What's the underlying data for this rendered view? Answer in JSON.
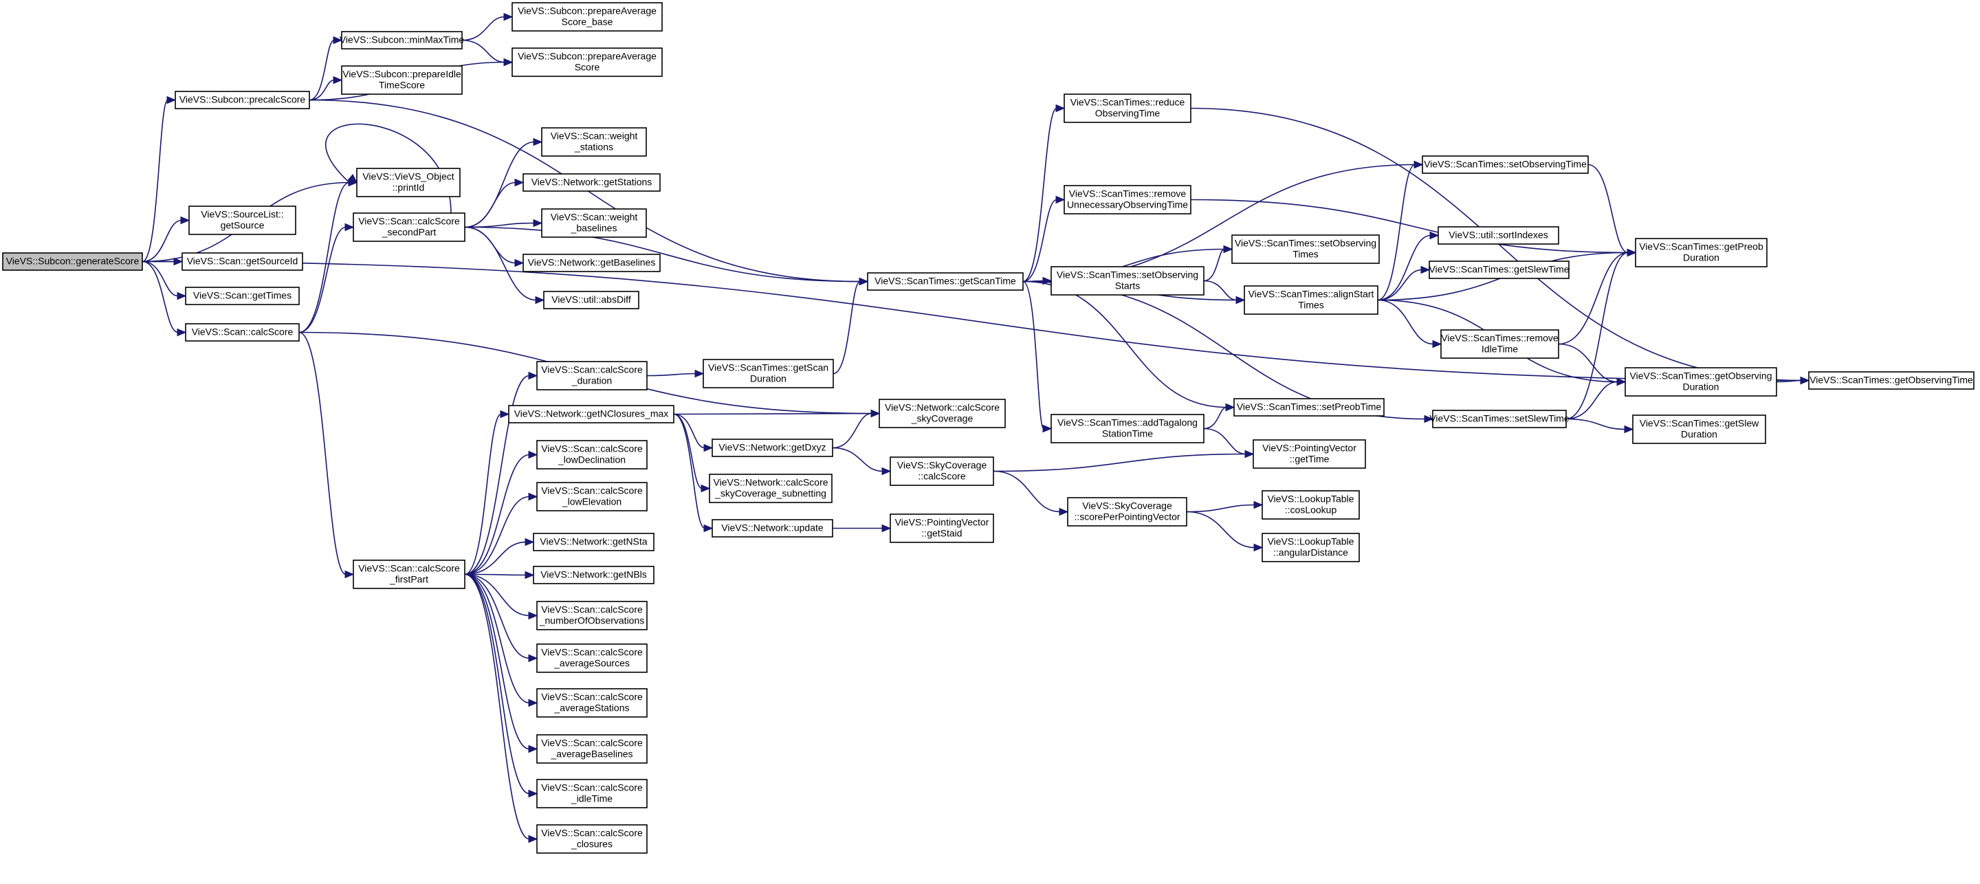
{
  "graph": {
    "colors": {
      "edge": "#191970",
      "node_border": "#000000",
      "root_fill": "#bfbfbf",
      "node_fill": "#ffffff"
    },
    "nodes": [
      {
        "id": "generateScore",
        "lines": [
          "VieVS::Subcon::generateScore"
        ],
        "root": true
      },
      {
        "id": "precalcScore",
        "lines": [
          "VieVS::Subcon::precalcScore"
        ]
      },
      {
        "id": "minMaxTime",
        "lines": [
          "VieVS::Subcon::minMaxTime"
        ]
      },
      {
        "id": "prepIdle",
        "lines": [
          "VieVS::Subcon::prepareIdle",
          "TimeScore"
        ]
      },
      {
        "id": "prepAvgBase",
        "lines": [
          "VieVS::Subcon::prepareAverage",
          "Score_base"
        ]
      },
      {
        "id": "prepAvg",
        "lines": [
          "VieVS::Subcon::prepareAverage",
          "Score"
        ]
      },
      {
        "id": "printId",
        "lines": [
          "VieVS::VieVS_Object",
          "::printId"
        ]
      },
      {
        "id": "getSource",
        "lines": [
          "VieVS::SourceList::",
          "getSource"
        ]
      },
      {
        "id": "getSourceId",
        "lines": [
          "VieVS::Scan::getSourceId"
        ]
      },
      {
        "id": "getTimes",
        "lines": [
          "VieVS::Scan::getTimes"
        ]
      },
      {
        "id": "calcScore",
        "lines": [
          "VieVS::Scan::calcScore"
        ]
      },
      {
        "id": "secondPart",
        "lines": [
          "VieVS::Scan::calcScore",
          "_secondPart"
        ]
      },
      {
        "id": "weightStations",
        "lines": [
          "VieVS::Scan::weight",
          "_stations"
        ]
      },
      {
        "id": "netGetStations",
        "lines": [
          "VieVS::Network::getStations"
        ]
      },
      {
        "id": "weightBaselines",
        "lines": [
          "VieVS::Scan::weight",
          "_baselines"
        ]
      },
      {
        "id": "netGetBaselines",
        "lines": [
          "VieVS::Network::getBaselines"
        ]
      },
      {
        "id": "absDiff",
        "lines": [
          "VieVS::util::absDiff"
        ]
      },
      {
        "id": "firstPart",
        "lines": [
          "VieVS::Scan::calcScore",
          "_firstPart"
        ]
      },
      {
        "id": "duration",
        "lines": [
          "VieVS::Scan::calcScore",
          "_duration"
        ]
      },
      {
        "id": "getNClosures",
        "lines": [
          "VieVS::Network::getNClosures_max"
        ]
      },
      {
        "id": "lowDecl",
        "lines": [
          "VieVS::Scan::calcScore",
          "_lowDeclination"
        ]
      },
      {
        "id": "lowElev",
        "lines": [
          "VieVS::Scan::calcScore",
          "_lowElevation"
        ]
      },
      {
        "id": "getNSta",
        "lines": [
          "VieVS::Network::getNSta"
        ]
      },
      {
        "id": "getNBls",
        "lines": [
          "VieVS::Network::getNBls"
        ]
      },
      {
        "id": "numObs",
        "lines": [
          "VieVS::Scan::calcScore",
          "_numberOfObservations"
        ]
      },
      {
        "id": "avgSources",
        "lines": [
          "VieVS::Scan::calcScore",
          "_averageSources"
        ]
      },
      {
        "id": "avgStations",
        "lines": [
          "VieVS::Scan::calcScore",
          "_averageStations"
        ]
      },
      {
        "id": "avgBaselines",
        "lines": [
          "VieVS::Scan::calcScore",
          "_averageBaselines"
        ]
      },
      {
        "id": "idleTime",
        "lines": [
          "VieVS::Scan::calcScore",
          "_idleTime"
        ]
      },
      {
        "id": "closures",
        "lines": [
          "VieVS::Scan::calcScore",
          "_closures"
        ]
      },
      {
        "id": "getScanDuration",
        "lines": [
          "VieVS::ScanTimes::getScan",
          "Duration"
        ]
      },
      {
        "id": "getDxyz",
        "lines": [
          "VieVS::Network::getDxyz"
        ]
      },
      {
        "id": "skyCovSubnet",
        "lines": [
          "VieVS::Network::calcScore",
          "_skyCoverage_subnetting"
        ]
      },
      {
        "id": "netUpdate",
        "lines": [
          "VieVS::Network::update"
        ]
      },
      {
        "id": "netSkyCov",
        "lines": [
          "VieVS::Network::calcScore",
          "_skyCoverage"
        ]
      },
      {
        "id": "skyCalcScore",
        "lines": [
          "VieVS::SkyCoverage",
          "::calcScore"
        ]
      },
      {
        "id": "pvGetStaid",
        "lines": [
          "VieVS::PointingVector",
          "::getStaid"
        ]
      },
      {
        "id": "getScanTime",
        "lines": [
          "VieVS::ScanTimes::getScanTime"
        ]
      },
      {
        "id": "reduceObs",
        "lines": [
          "VieVS::ScanTimes::reduce",
          "ObservingTime"
        ]
      },
      {
        "id": "removeUnnec",
        "lines": [
          "VieVS::ScanTimes::remove",
          "UnnecessaryObservingTime"
        ]
      },
      {
        "id": "setObsStarts",
        "lines": [
          "VieVS::ScanTimes::setObserving",
          "Starts"
        ]
      },
      {
        "id": "addTagalong",
        "lines": [
          "VieVS::ScanTimes::addTagalong",
          "StationTime"
        ]
      },
      {
        "id": "scorePerPV",
        "lines": [
          "VieVS::SkyCoverage",
          "::scorePerPointingVector"
        ]
      },
      {
        "id": "setObsTime",
        "lines": [
          "VieVS::ScanTimes::setObservingTime"
        ]
      },
      {
        "id": "setObsTimes",
        "lines": [
          "VieVS::ScanTimes::setObserving",
          "Times"
        ]
      },
      {
        "id": "alignStart",
        "lines": [
          "VieVS::ScanTimes::alignStart",
          "Times"
        ]
      },
      {
        "id": "setPreob",
        "lines": [
          "VieVS::ScanTimes::setPreobTime"
        ]
      },
      {
        "id": "pvGetTime",
        "lines": [
          "VieVS::PointingVector",
          "::getTime"
        ]
      },
      {
        "id": "cosLookup",
        "lines": [
          "VieVS::LookupTable",
          "::cosLookup"
        ]
      },
      {
        "id": "angDist",
        "lines": [
          "VieVS::LookupTable",
          "::angularDistance"
        ]
      },
      {
        "id": "sortIndexes",
        "lines": [
          "VieVS::util::sortIndexes"
        ]
      },
      {
        "id": "getSlewTime",
        "lines": [
          "VieVS::ScanTimes::getSlewTime"
        ]
      },
      {
        "id": "removeIdle",
        "lines": [
          "VieVS::ScanTimes::remove",
          "IdleTime"
        ]
      },
      {
        "id": "setSlewTime",
        "lines": [
          "VieVS::ScanTimes::setSlewTime"
        ]
      },
      {
        "id": "getPreobDur",
        "lines": [
          "VieVS::ScanTimes::getPreob",
          "Duration"
        ]
      },
      {
        "id": "getObsDur",
        "lines": [
          "VieVS::ScanTimes::getObserving",
          "Duration"
        ]
      },
      {
        "id": "getSlewDur",
        "lines": [
          "VieVS::ScanTimes::getSlew",
          "Duration"
        ]
      },
      {
        "id": "getObsTime",
        "lines": [
          "VieVS::ScanTimes::getObservingTime"
        ]
      }
    ],
    "edges": [
      [
        "generateScore",
        "precalcScore"
      ],
      [
        "generateScore",
        "printId"
      ],
      [
        "generateScore",
        "getSource"
      ],
      [
        "generateScore",
        "getSourceId"
      ],
      [
        "generateScore",
        "getTimes"
      ],
      [
        "generateScore",
        "calcScore"
      ],
      [
        "generateScore",
        "getObsTime"
      ],
      [
        "precalcScore",
        "minMaxTime"
      ],
      [
        "precalcScore",
        "prepIdle"
      ],
      [
        "precalcScore",
        "prepAvg"
      ],
      [
        "precalcScore",
        "getScanTime"
      ],
      [
        "minMaxTime",
        "prepAvgBase"
      ],
      [
        "minMaxTime",
        "prepAvg"
      ],
      [
        "calcScore",
        "printId"
      ],
      [
        "calcScore",
        "secondPart"
      ],
      [
        "calcScore",
        "firstPart"
      ],
      [
        "calcScore",
        "netSkyCov"
      ],
      [
        "secondPart",
        "printId"
      ],
      [
        "secondPart",
        "weightStations"
      ],
      [
        "secondPart",
        "netGetStations"
      ],
      [
        "secondPart",
        "weightBaselines"
      ],
      [
        "secondPart",
        "netGetBaselines"
      ],
      [
        "secondPart",
        "absDiff"
      ],
      [
        "secondPart",
        "getScanTime"
      ],
      [
        "firstPart",
        "duration"
      ],
      [
        "firstPart",
        "getNClosures"
      ],
      [
        "firstPart",
        "lowDecl"
      ],
      [
        "firstPart",
        "lowElev"
      ],
      [
        "firstPart",
        "getNSta"
      ],
      [
        "firstPart",
        "getNBls"
      ],
      [
        "firstPart",
        "numObs"
      ],
      [
        "firstPart",
        "avgSources"
      ],
      [
        "firstPart",
        "avgStations"
      ],
      [
        "firstPart",
        "avgBaselines"
      ],
      [
        "firstPart",
        "idleTime"
      ],
      [
        "firstPart",
        "closures"
      ],
      [
        "duration",
        "getScanDuration"
      ],
      [
        "getNClosures",
        "netSkyCov"
      ],
      [
        "getNClosures",
        "getDxyz"
      ],
      [
        "getNClosures",
        "skyCovSubnet"
      ],
      [
        "getNClosures",
        "netUpdate"
      ],
      [
        "getDxyz",
        "netSkyCov"
      ],
      [
        "getDxyz",
        "skyCalcScore"
      ],
      [
        "netUpdate",
        "pvGetStaid"
      ],
      [
        "getScanDuration",
        "getScanTime"
      ],
      [
        "skyCalcScore",
        "scorePerPV"
      ],
      [
        "skyCalcScore",
        "pvGetTime"
      ],
      [
        "scorePerPV",
        "cosLookup"
      ],
      [
        "scorePerPV",
        "angDist"
      ],
      [
        "getScanTime",
        "reduceObs"
      ],
      [
        "getScanTime",
        "removeUnnec"
      ],
      [
        "getScanTime",
        "setObsStarts"
      ],
      [
        "getScanTime",
        "addTagalong"
      ],
      [
        "getScanTime",
        "setObsTime"
      ],
      [
        "getScanTime",
        "setObsTimes"
      ],
      [
        "getScanTime",
        "alignStart"
      ],
      [
        "getScanTime",
        "setPreob"
      ],
      [
        "getScanTime",
        "setSlewTime"
      ],
      [
        "reduceObs",
        "getObsTime"
      ],
      [
        "removeUnnec",
        "getPreobDur"
      ],
      [
        "setObsStarts",
        "setObsTimes"
      ],
      [
        "setObsStarts",
        "alignStart"
      ],
      [
        "addTagalong",
        "setPreob"
      ],
      [
        "addTagalong",
        "pvGetTime"
      ],
      [
        "setObsTime",
        "getPreobDur"
      ],
      [
        "alignStart",
        "sortIndexes"
      ],
      [
        "alignStart",
        "getSlewTime"
      ],
      [
        "alignStart",
        "removeIdle"
      ],
      [
        "alignStart",
        "getPreobDur"
      ],
      [
        "alignStart",
        "getObsDur"
      ],
      [
        "alignStart",
        "setObsTime"
      ],
      [
        "removeIdle",
        "getPreobDur"
      ],
      [
        "removeIdle",
        "getObsDur"
      ],
      [
        "setSlewTime",
        "getPreobDur"
      ],
      [
        "setSlewTime",
        "getObsDur"
      ],
      [
        "setSlewTime",
        "getSlewDur"
      ],
      [
        "getObsDur",
        "getObsTime"
      ]
    ]
  }
}
